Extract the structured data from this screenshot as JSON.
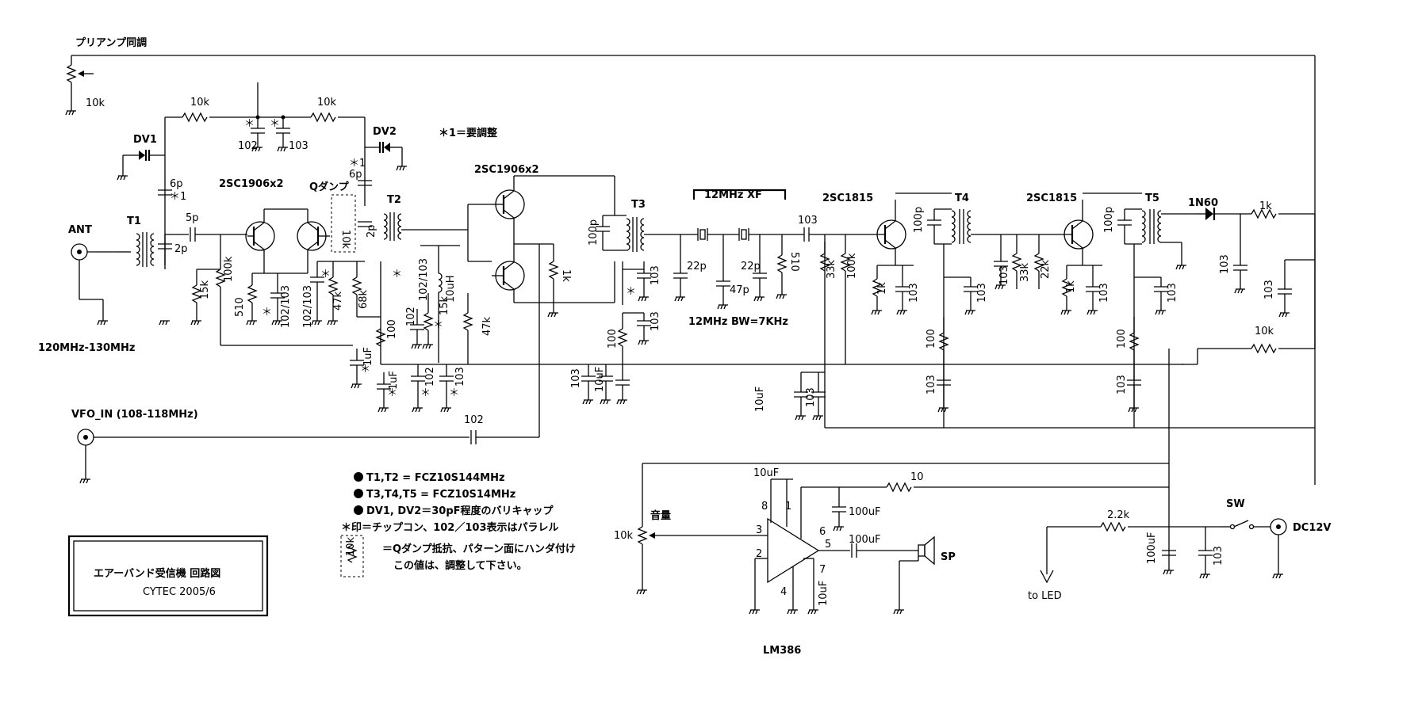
{
  "title_block": {
    "title": "エアーバンド受信機 回路図",
    "author_date": "CYTEC 2005/6"
  },
  "top_notes": {
    "preamp_tuning": "プリアンプ同調",
    "star_note": "＊1＝要調整"
  },
  "connectors": {
    "antenna": "ANT",
    "antenna_range": "120MHz-130MHz",
    "vfo_in": "VFO_IN (108-118MHz)",
    "dc": "DC12V",
    "sw": "SW",
    "sp": "SP",
    "led": "to LED"
  },
  "transistor_labels": [
    "2SC1906x2",
    "2SC1906x2",
    "2SC1815",
    "2SC1815"
  ],
  "transformers": [
    "T1",
    "T2",
    "T3",
    "T4",
    "T5"
  ],
  "diodes": [
    "DV1",
    "DV2",
    "1N60"
  ],
  "q_damp": "Qダンプ",
  "xf": {
    "label": "12MHz XF",
    "note": "12MHz BW=7KHz"
  },
  "amp": {
    "ic": "LM386",
    "vol": "音量",
    "pins": [
      "8",
      "1",
      "3",
      "2",
      "6",
      "5",
      "7",
      "4"
    ]
  },
  "components": {
    "r10k": "10k",
    "c102": "102",
    "c103": "103",
    "c6p": "6p",
    "star1": "＊1",
    "star": "＊",
    "c5p": "5p",
    "c2p": "2p",
    "r15k": "15k",
    "r100k": "100k",
    "r510": "510",
    "c102_103": "102/103",
    "r47k": "47k",
    "r68k": "68k",
    "r100": "100",
    "c1uF": "1uF",
    "l10uH": "10uH",
    "r1k": "1k",
    "c100p": "100p",
    "c22p": "22p",
    "c47p": "47p",
    "r33k": "33k",
    "r22k": "22k",
    "c10uF": "10uF",
    "c100uF": "100uF",
    "r10": "10",
    "r2_2k": "2.2k"
  },
  "legend": [
    "T1,T2 = FCZ10S144MHz",
    "T3,T4,T5 = FCZ10S14MHz",
    "DV1, DV2＝30pF程度のバリキャップ",
    "＊印＝チップコン、102／103表示はパラレル"
  ],
  "legend_note": [
    "＝Qダンプ抵抗、パターン面にハンダ付け",
    "この値は、調整して下さい。"
  ]
}
